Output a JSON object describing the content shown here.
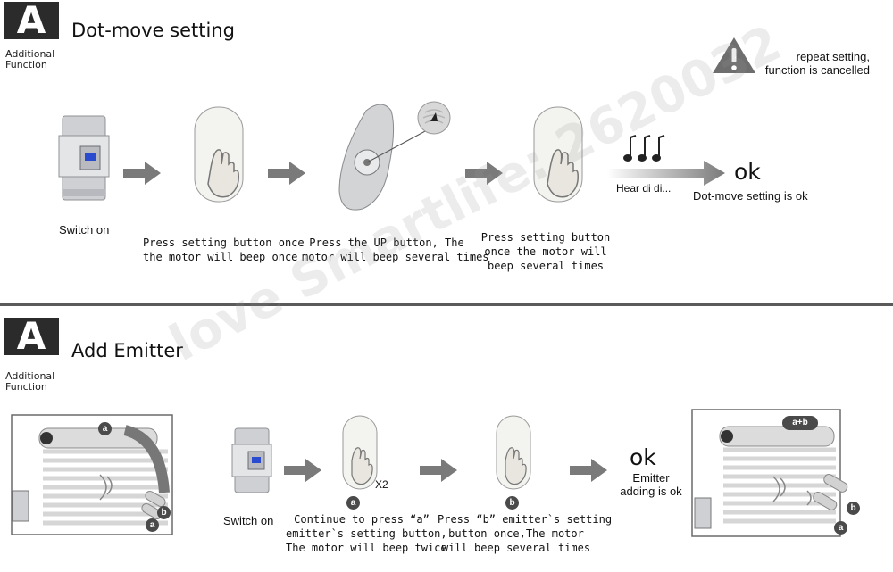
{
  "watermark": "love Smartlife: 2620032",
  "colors": {
    "arrow": "#7a7a7a",
    "badge": "#2b2b2b",
    "divider": "#5a5a5a"
  },
  "section1": {
    "badge_letter": "A",
    "badge_sub1": "Additional",
    "badge_sub2": "Function",
    "title": "Dot-move setting",
    "warning_line1": "repeat setting,",
    "warning_line2": "function is cancelled",
    "steps": {
      "switch_on": "Switch on",
      "press_setting_1": "Press setting button once",
      "press_setting_2": "the motor will beep once",
      "press_up_1": "Press the UP button, The",
      "press_up_2": "motor will beep several times",
      "press_again_1": "Press setting button",
      "press_again_2": "once the motor will",
      "press_again_3": "beep several times",
      "hear": "Hear di di...",
      "ok": "ok",
      "ok_text": "Dot-move setting is ok"
    }
  },
  "section2": {
    "badge_letter": "A",
    "badge_sub1": "Additional",
    "badge_sub2": "Function",
    "title": "Add Emitter",
    "steps": {
      "switch_on": "Switch on",
      "x2": "X2",
      "press_a_1": "Continue to press “a”",
      "press_a_2": "emitter`s setting button,",
      "press_a_3": "The motor will beep twice",
      "press_b_1": "Press “b” emitter`s setting",
      "press_b_2": "button once,The motor",
      "press_b_3": "will beep several times",
      "ok": "ok",
      "ok_text_1": "Emitter",
      "ok_text_2": "adding is ok",
      "label_a": "a",
      "label_b": "b",
      "label_ab": "a+b"
    }
  }
}
